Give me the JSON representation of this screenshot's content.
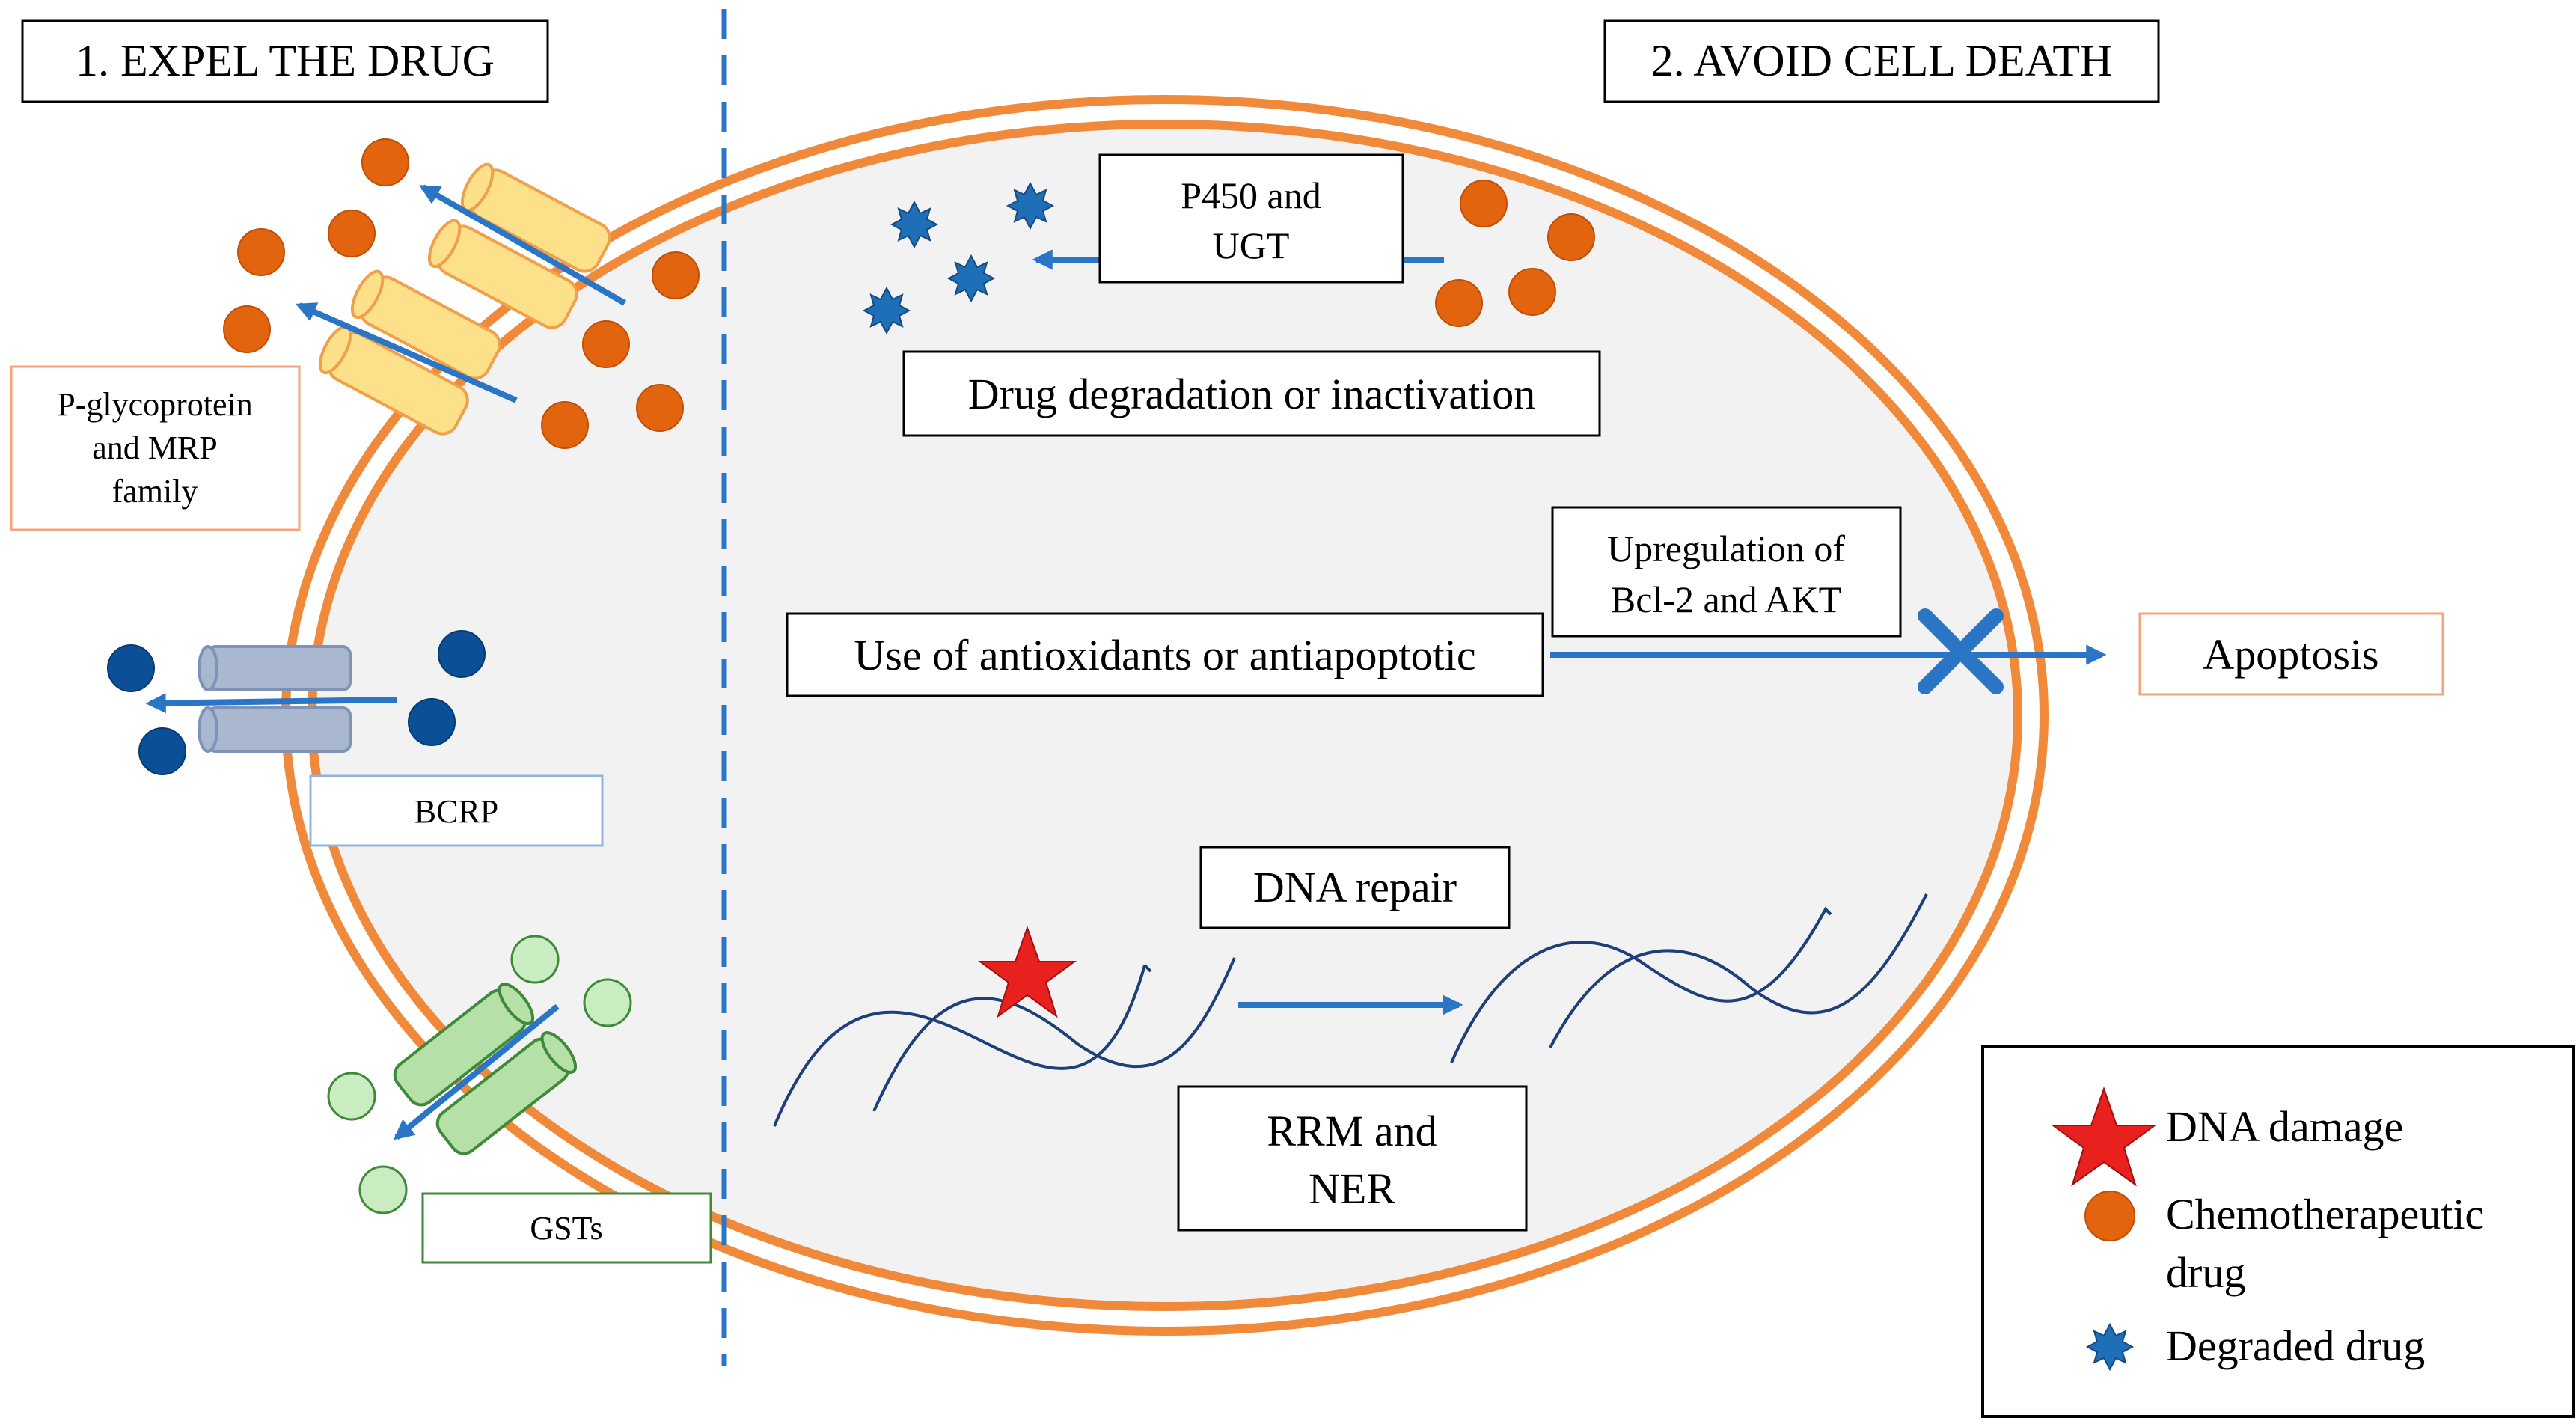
{
  "sections": {
    "left": "1. EXPEL THE DRUG",
    "right": "2. AVOID CELL DEATH"
  },
  "labels": {
    "pgp_line1": "P-glycoprotein",
    "pgp_line2": "and MRP",
    "pgp_line3": "family",
    "bcrp": "BCRP",
    "gsts": "GSTs",
    "p450_line1": "P450 and",
    "p450_line2": "UGT",
    "degradation": "Drug degradation or inactivation",
    "bcl_line1": "Upregulation of",
    "bcl_line2": "Bcl-2 and AKT",
    "antioxidants": "Use of antioxidants or antiapoptotic",
    "apoptosis": "Apoptosis",
    "dna_repair": "DNA repair",
    "rrm_line1": "RRM and",
    "rrm_line2": "NER"
  },
  "legend": {
    "dna_damage": "DNA damage",
    "chemo_line1": "Chemotherapeutic",
    "chemo_line2": "drug",
    "degraded": "Degraded drug"
  },
  "colors": {
    "membrane": "#f08a3a",
    "cytoplasm": "#f2f2f2",
    "chemo_drug": "#e3640f",
    "degraded_drug": "#1f6fb8",
    "pgp_transporter": "#fde08a",
    "bcrp_transporter": "#a9b8cf",
    "bcrp_drug": "#0b4f96",
    "gst_transporter": "#b5e0a8",
    "gst_drug": "#c9ecc0",
    "arrow": "#2a75c5",
    "dna_damage_star": "#e8201e",
    "dna_strand": "#1f3f7a",
    "divider": "#2a75c5"
  }
}
